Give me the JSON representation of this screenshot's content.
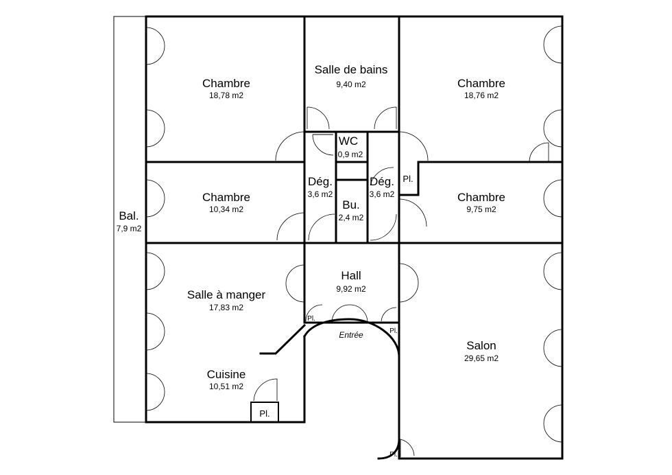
{
  "rooms": {
    "chambre_nw": {
      "name": "Chambre",
      "area": "18,78 m2"
    },
    "salle_de_bains": {
      "name": "Salle de bains",
      "area": "9,40 m2"
    },
    "chambre_ne": {
      "name": "Chambre",
      "area": "18,76 m2"
    },
    "wc": {
      "name": "WC",
      "area": "0,9 m2"
    },
    "chambre_w": {
      "name": "Chambre",
      "area": "10,34 m2"
    },
    "deg_left": {
      "name": "Dég.",
      "area": "3,6 m2"
    },
    "bureau": {
      "name": "Bu.",
      "area": "2,4 m2"
    },
    "deg_right": {
      "name": "Dég.",
      "area": "3,6 m2"
    },
    "chambre_e": {
      "name": "Chambre",
      "area": "9,75 m2"
    },
    "balcon": {
      "name": "Bal.",
      "area": "7,9 m2"
    },
    "salle_a_manger": {
      "name": "Salle à manger",
      "area": "17,83 m2"
    },
    "hall": {
      "name": "Hall",
      "area": "9,92 m2"
    },
    "salon": {
      "name": "Salon",
      "area": "29,65 m2"
    },
    "cuisine": {
      "name": "Cuisine",
      "area": "10,51 m2"
    }
  },
  "closets": {
    "pl_east": "Pl.",
    "pl_hall_left": "Pl.",
    "pl_hall_right": "Pl.",
    "pl_kitchen": "Pl.",
    "pl_bottom": "Pl."
  },
  "entree_label": "Entrée"
}
